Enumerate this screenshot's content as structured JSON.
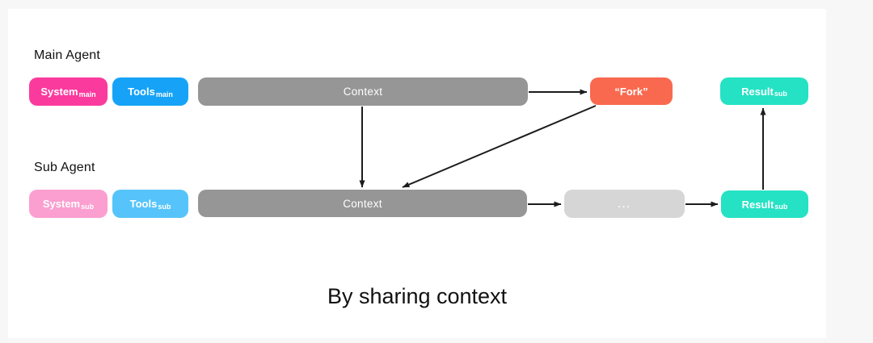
{
  "page_background": "#f7f7f8",
  "panel_background": "#ffffff",
  "arrow_color": "#1c1c1c",
  "caption": "By sharing context",
  "main_agent": {
    "label": "Main Agent",
    "system": {
      "text": "System",
      "sub": "main",
      "color": "#fb3a9e"
    },
    "tools": {
      "text": "Tools",
      "sub": "main",
      "color": "#16a3f7"
    },
    "context": {
      "text": "Context",
      "color": "#969696"
    },
    "fork": {
      "text": "“Fork”",
      "color": "#f9694f"
    },
    "result": {
      "text": "Result",
      "sub": "sub",
      "color": "#25e2c4"
    }
  },
  "sub_agent": {
    "label": "Sub Agent",
    "system": {
      "text": "System",
      "sub": "sub",
      "color": "#fb9fd0"
    },
    "tools": {
      "text": "Tools",
      "sub": "sub",
      "color": "#56c4fa"
    },
    "context": {
      "text": "Context",
      "color": "#969696"
    },
    "ellipsis": {
      "text": "...",
      "color": "#d6d6d6"
    },
    "result": {
      "text": "Result",
      "sub": "sub",
      "color": "#25e2c4"
    }
  }
}
